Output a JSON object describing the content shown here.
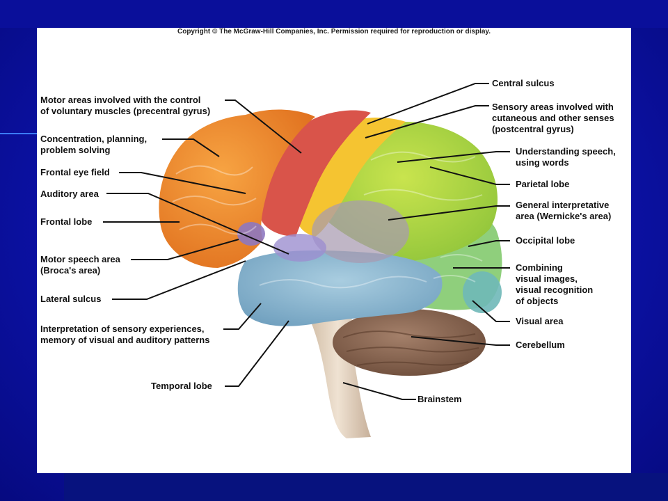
{
  "copyright": "Copyright © The McGraw-Hill Companies, Inc. Permission required for reproduction or display.",
  "labels": {
    "motor_areas": "Motor areas involved with the control\nof voluntary muscles (precentral gyrus)",
    "concentration": "Concentration, planning,\nproblem solving",
    "frontal_eye_field": "Frontal eye field",
    "auditory_area": "Auditory area",
    "frontal_lobe": "Frontal lobe",
    "motor_speech": "Motor speech area\n(Broca's area)",
    "lateral_sulcus": "Lateral sulcus",
    "interpretation": "Interpretation of sensory experiences,\nmemory of visual and auditory patterns",
    "temporal_lobe": "Temporal lobe",
    "central_sulcus": "Central sulcus",
    "sensory_areas": "Sensory areas involved with\ncutaneous and other senses\n(postcentral gyrus)",
    "understanding_speech": "Understanding speech,\nusing words",
    "parietal_lobe": "Parietal lobe",
    "general_interpretative": "General interpretative\narea (Wernicke's area)",
    "occipital_lobe": "Occipital lobe",
    "combining_visual": "Combining\nvisual images,\nvisual recognition\nof objects",
    "visual_area": "Visual area",
    "cerebellum": "Cerebellum",
    "brainstem": "Brainstem"
  },
  "colors": {
    "background": "#0c12a8",
    "frontal": "#f08a2c",
    "precentral": "#d9544a",
    "postcentral": "#f5c431",
    "parietal": "#b2d83f",
    "occipital": "#8fcf7c",
    "temporal": "#8fb9d2",
    "wernicke": "#a79ab0",
    "broca": "#8e78c0",
    "cerebellum": "#8a6450",
    "brainstem": "#e2d2be"
  }
}
